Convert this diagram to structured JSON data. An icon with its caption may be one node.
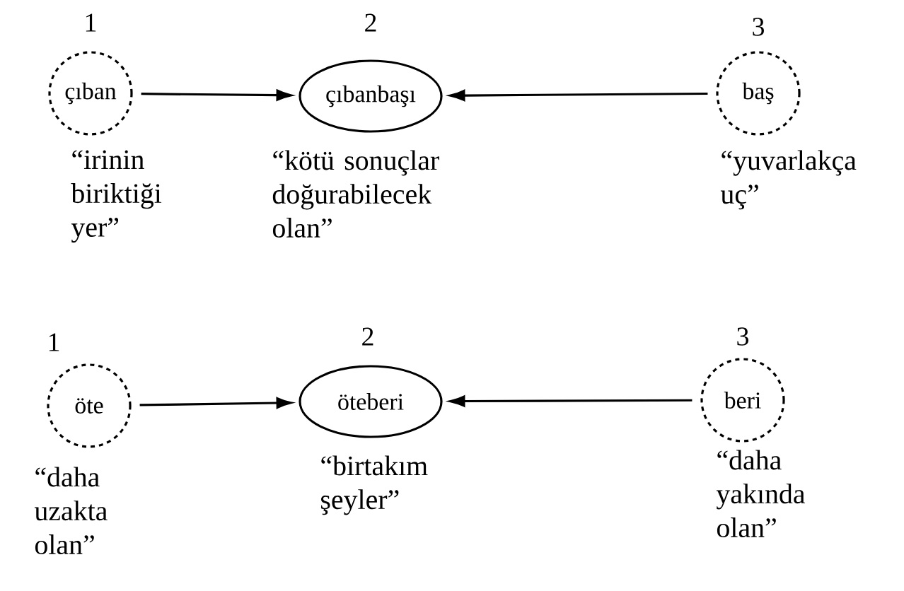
{
  "diagram": {
    "nodes": [
      {
        "text": [
          "çıban"
        ],
        "beside": [
          "1",
          "“irinin biriktiği yer”"
        ]
      },
      {
        "text": [
          "çıbanbaşı"
        ],
        "beside": [
          "2",
          "“kötü sonuçlar doğurabilecek olan”"
        ]
      },
      {
        "text": [
          "baş"
        ],
        "beside": [
          "3",
          "“yuvarlakça uç”"
        ]
      },
      {
        "text": [
          "öte"
        ],
        "beside": [
          "1",
          "“daha uzakta olan”"
        ]
      },
      {
        "text": [
          "öteberi"
        ],
        "beside": [
          "2",
          "“birtakım şeyler”"
        ]
      },
      {
        "text": [
          "beri"
        ],
        "beside": [
          "3",
          "“daha yakında olan”"
        ]
      }
    ],
    "edges": [
      {
        "from": 0,
        "to": 1,
        "arrow": "to"
      },
      {
        "from": 2,
        "to": 1,
        "arrow": "to"
      },
      {
        "from": 3,
        "to": 4,
        "arrow": "to"
      },
      {
        "from": 5,
        "to": 4,
        "arrow": "to"
      }
    ]
  }
}
